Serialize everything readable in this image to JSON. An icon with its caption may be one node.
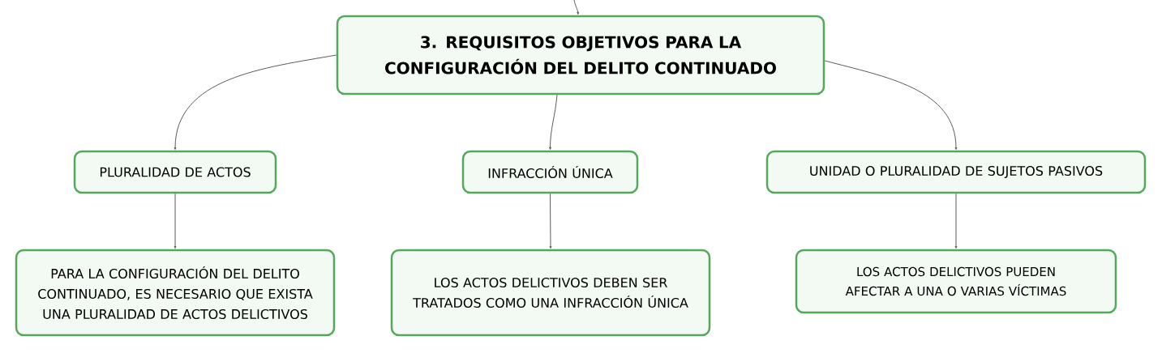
{
  "diagram": {
    "nodes": [
      {
        "text": [
          "3. REQUISITOS OBJETIVOS PARA LA CONFIGURACIÓN DEL DELITO CONTINUADO"
        ]
      },
      {
        "text": [
          "PLURALIDAD DE ACTOS"
        ]
      },
      {
        "text": [
          "INFRACCIÓN ÚNICA"
        ]
      },
      {
        "text": [
          "UNIDAD O PLURALIDAD DE SUJETOS PASIVOS"
        ]
      },
      {
        "text": [
          "PARA LA CONFIGURACIÓN DEL DELITO CONTINUADO, ES NECESARIO QUE EXISTA UNA PLURALIDAD DE ACTOS DELICTIVOS"
        ]
      },
      {
        "text": [
          "LOS ACTOS DELICTIVOS DEBEN SER TRATADOS COMO UNA INFRACCIÓN ÚNICA"
        ]
      },
      {
        "text": [
          "LOS ACTOS DELICTIVOS PUEDEN AFECTAR A UNA O VARIAS VÍCTIMAS"
        ]
      }
    ],
    "edges": [
      {
        "from": null,
        "to": 0,
        "arrow": "to"
      },
      {
        "from": 0,
        "to": 1,
        "arrow": "to"
      },
      {
        "from": 0,
        "to": 2,
        "arrow": "to"
      },
      {
        "from": 0,
        "to": 3,
        "arrow": "to"
      },
      {
        "from": 1,
        "to": 4,
        "arrow": "to"
      },
      {
        "from": 2,
        "to": 5,
        "arrow": "to"
      },
      {
        "from": 3,
        "to": 6,
        "arrow": "to"
      }
    ]
  }
}
